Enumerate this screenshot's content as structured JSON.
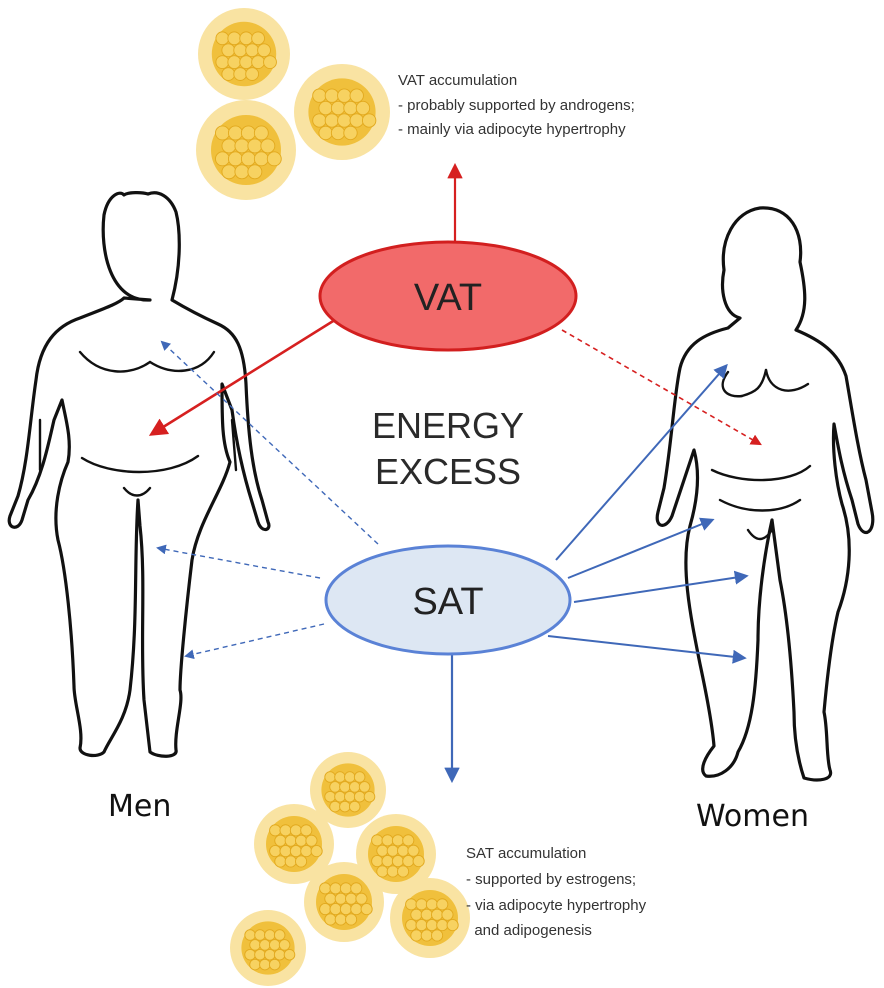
{
  "center_label": {
    "line1": "ENERGY",
    "line2": "EXCESS"
  },
  "vat": {
    "label": "VAT",
    "fill": "#f26a6a",
    "stroke": "#d21f1f",
    "arrow_color": "#d62020"
  },
  "sat": {
    "label": "SAT",
    "fill": "#dde7f3",
    "stroke": "#5a82d6",
    "arrow_color": "#3f68b8"
  },
  "vat_note": {
    "title": "VAT accumulation",
    "line1": "- probably supported by androgens;",
    "line2": "- mainly via adipocyte hypertrophy"
  },
  "sat_note": {
    "title": "SAT accumulation",
    "line1": "- supported by estrogens;",
    "line2": "- via adipocyte hypertrophy",
    "line3": "  and adipogenesis"
  },
  "figures": {
    "men_label": "Men",
    "women_label": "Women"
  },
  "adipocyte_colors": {
    "outer": "#f9e3a2",
    "inner": "#f0c03c",
    "droplet": "#f7d261"
  }
}
